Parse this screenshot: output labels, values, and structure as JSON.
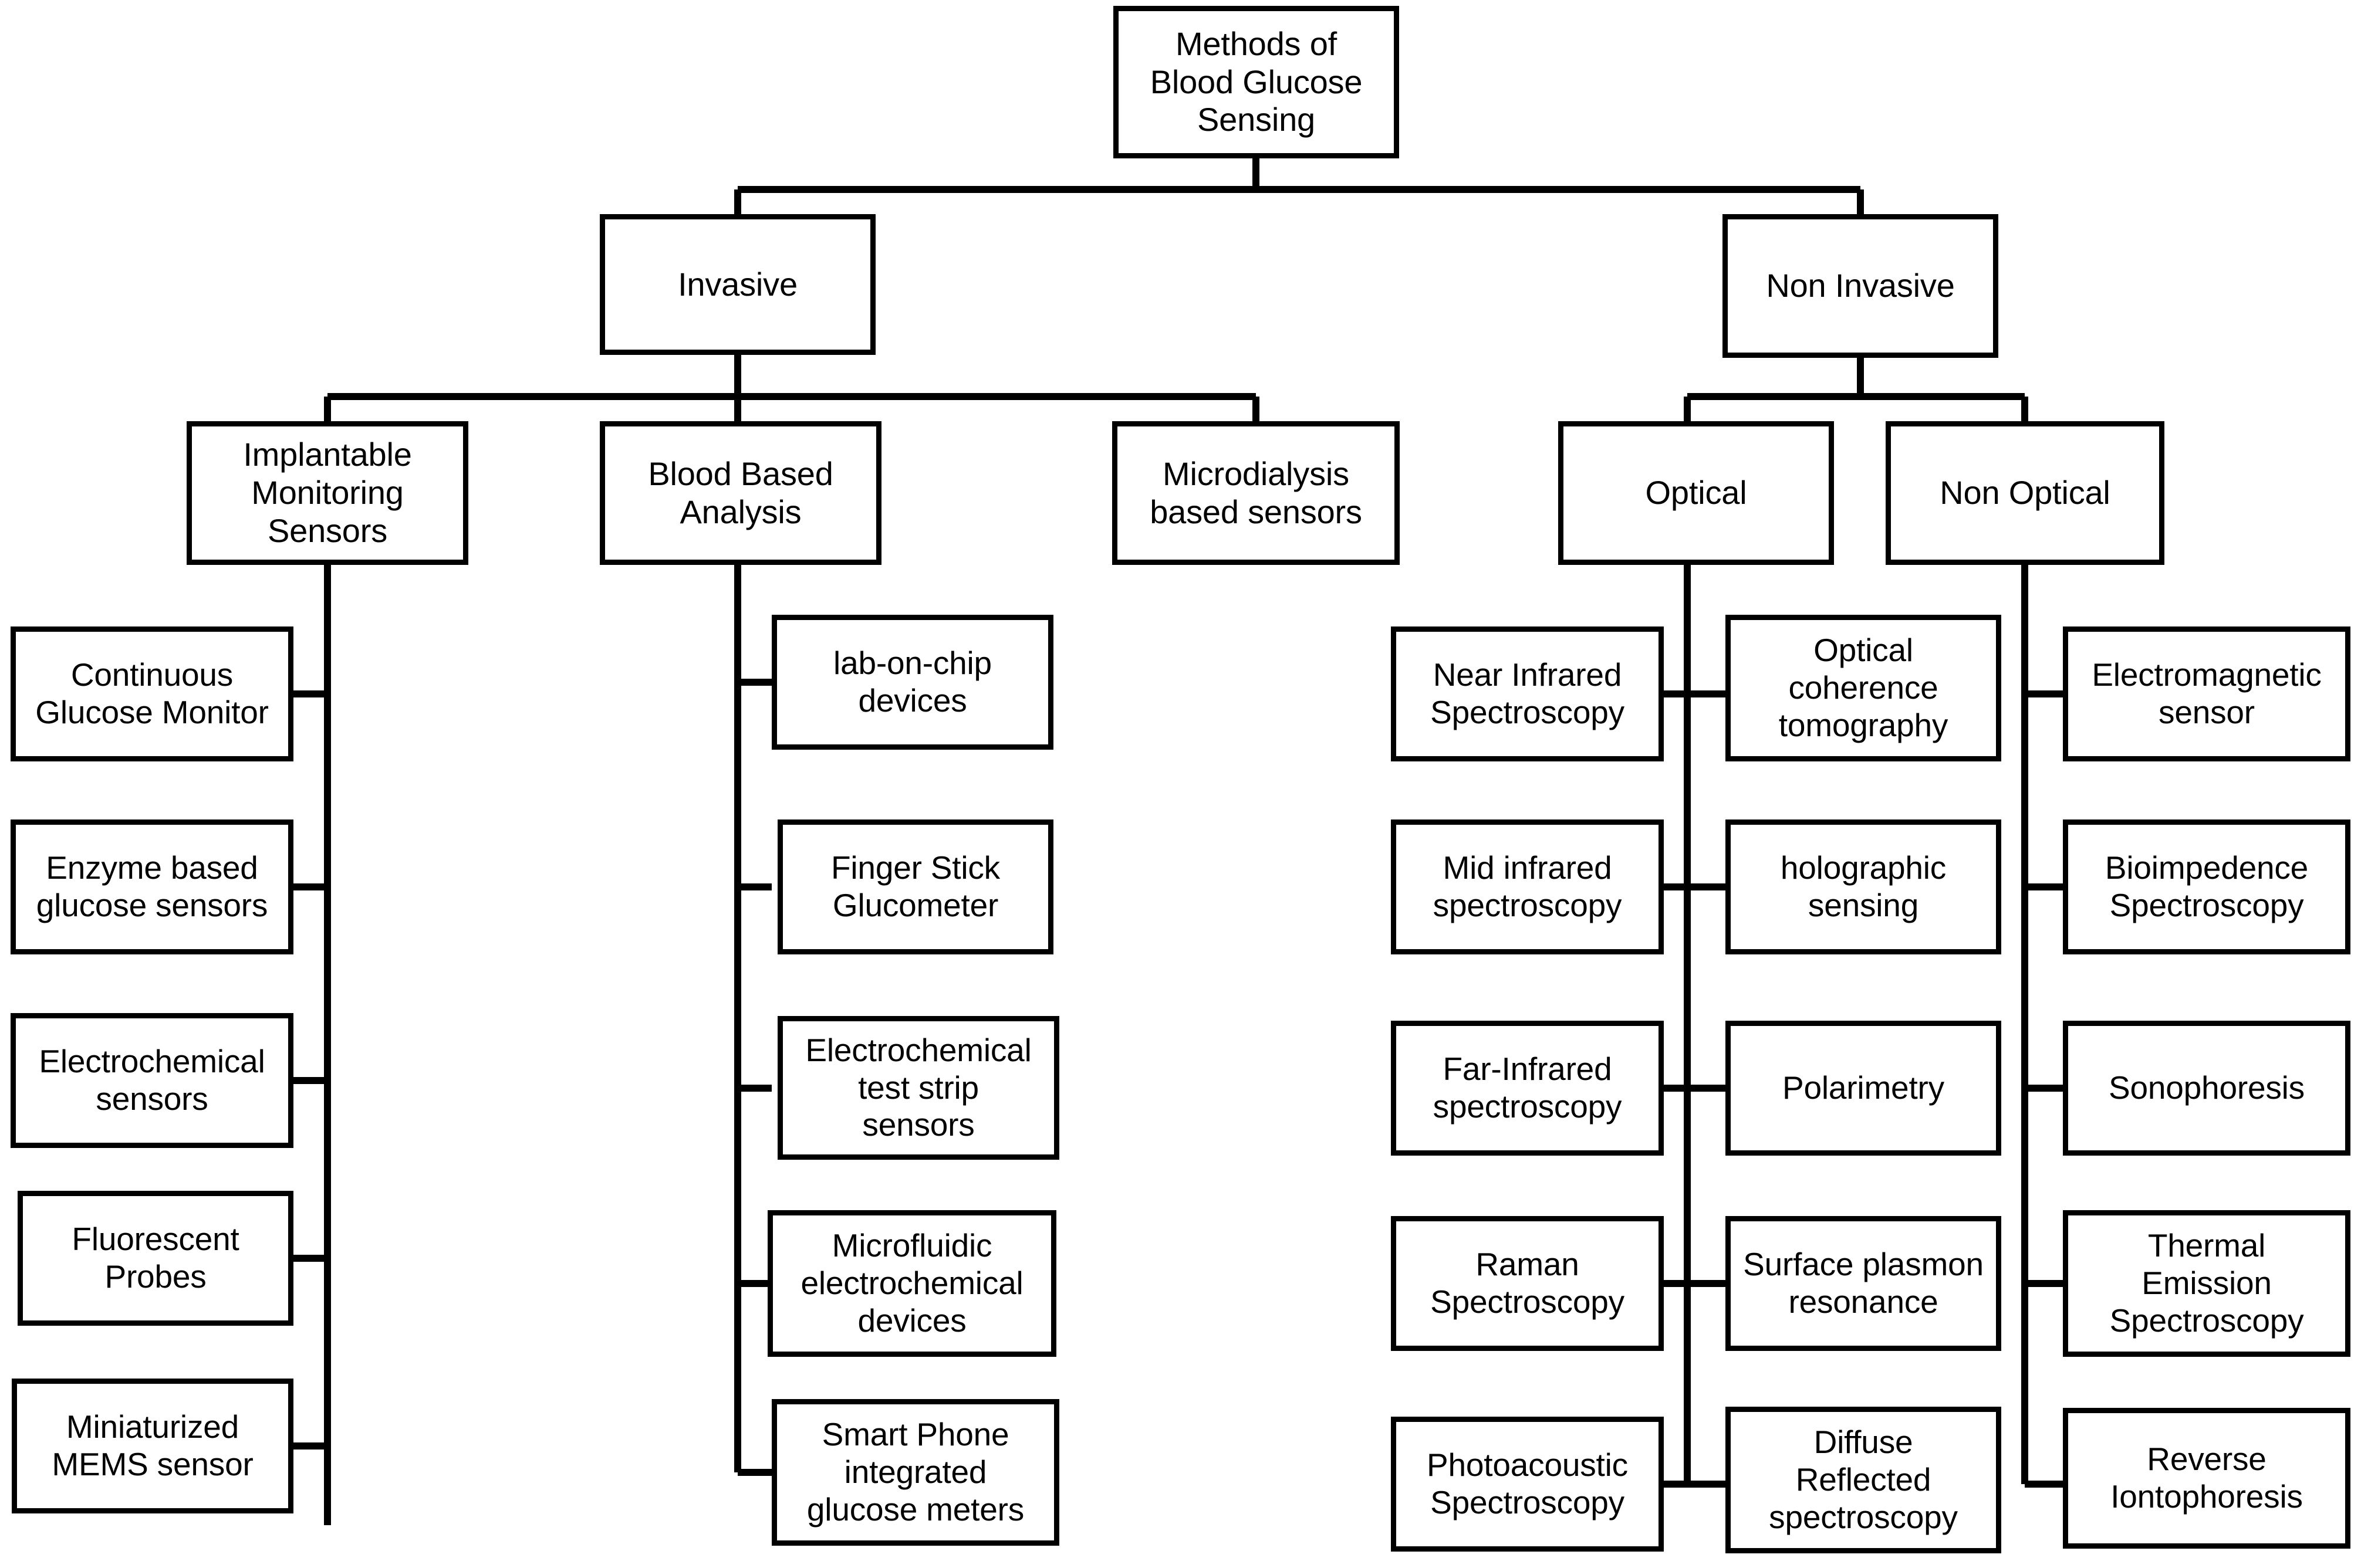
{
  "diagram": {
    "title": "Methods of Blood Glucose Sensing",
    "type": "hierarchy-tree",
    "line_color": "#000000",
    "box_fill": "#ffffff",
    "text_color": "#000000"
  },
  "root": {
    "label": "Methods of\nBlood Glucose\nSensing"
  },
  "level2": {
    "invasive": {
      "label": "Invasive"
    },
    "non_invasive": {
      "label": "Non Invasive"
    }
  },
  "level3": {
    "implantable": {
      "label": "Implantable\nMonitoring\nSensors"
    },
    "blood_based": {
      "label": "Blood Based\nAnalysis"
    },
    "microdialysis": {
      "label": "Microdialysis\nbased sensors"
    },
    "optical": {
      "label": "Optical"
    },
    "non_optical": {
      "label": "Non Optical"
    }
  },
  "leaves": {
    "implantable": [
      {
        "label": "Continuous\nGlucose Monitor"
      },
      {
        "label": "Enzyme based\nglucose sensors"
      },
      {
        "label": "Electrochemical\nsensors"
      },
      {
        "label": "Fluorescent\nProbes"
      },
      {
        "label": "Miniaturized\nMEMS sensor"
      }
    ],
    "blood_based": [
      {
        "label": "lab-on-chip\ndevices"
      },
      {
        "label": "Finger Stick\nGlucometer"
      },
      {
        "label": "Electrochemical\ntest strip\nsensors"
      },
      {
        "label": "Microfluidic\nelectrochemical\ndevices"
      },
      {
        "label": "Smart Phone\nintegrated\nglucose meters"
      }
    ],
    "optical_left": [
      {
        "label": "Near Infrared\nSpectroscopy"
      },
      {
        "label": "Mid infrared\nspectroscopy"
      },
      {
        "label": "Far-Infrared\nspectroscopy"
      },
      {
        "label": "Raman\nSpectroscopy"
      },
      {
        "label": "Photoacoustic\nSpectroscopy"
      }
    ],
    "optical_right": [
      {
        "label": "Optical\ncoherence\ntomography"
      },
      {
        "label": "holographic\nsensing"
      },
      {
        "label": "Polarimetry"
      },
      {
        "label": "Surface plasmon\nresonance"
      },
      {
        "label": "Diffuse\nReflected\nspectroscopy"
      }
    ],
    "non_optical": [
      {
        "label": "Electromagnetic\nsensor"
      },
      {
        "label": "Bioimpedence\nSpectroscopy"
      },
      {
        "label": "Sonophoresis"
      },
      {
        "label": "Thermal\nEmission\nSpectroscopy"
      },
      {
        "label": "Reverse\nIontophoresis"
      }
    ]
  }
}
